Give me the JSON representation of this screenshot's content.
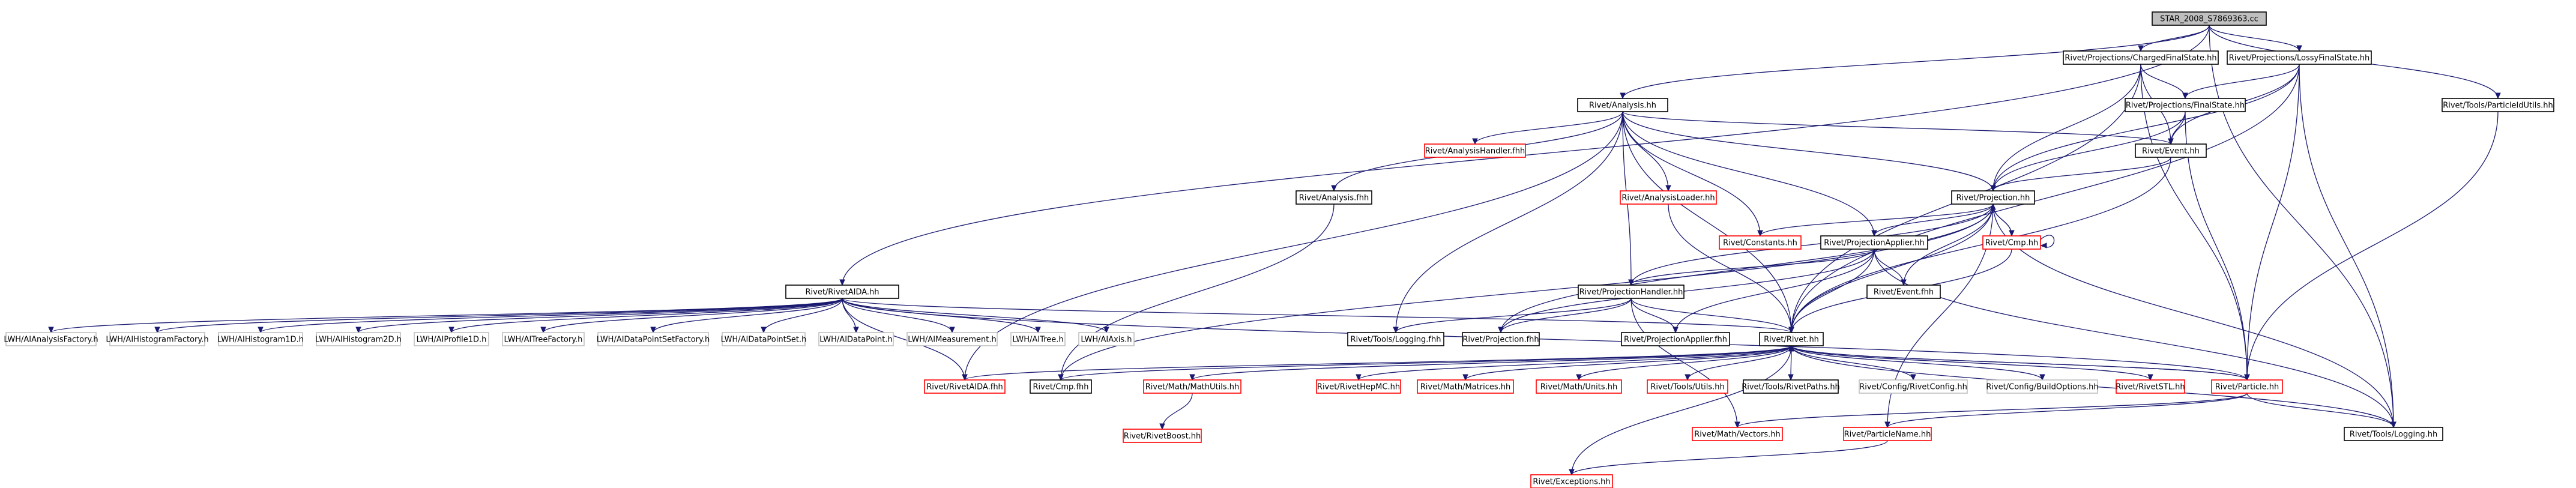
{
  "diagram": {
    "colors": {
      "edge": "#191970",
      "normal_border": "#000000",
      "missing_border": "#ff0000",
      "external_border": "#bfbfbf",
      "root_fill": "#bfbfbf"
    },
    "nodes": [
      {
        "id": "root",
        "label": "STAR_2008_S7869363.cc",
        "style": "root"
      },
      {
        "id": "aida",
        "label": "Rivet/RivetAIDA.hh",
        "style": "normal"
      },
      {
        "id": "analysis",
        "label": "Rivet/Analysis.hh",
        "style": "normal"
      },
      {
        "id": "cfs",
        "label": "Rivet/Projections/ChargedFinalState.hh",
        "style": "normal"
      },
      {
        "id": "lfs",
        "label": "Rivet/Projections/LossyFinalState.hh",
        "style": "normal"
      },
      {
        "id": "pu",
        "label": "Rivet/Tools/ParticleIdUtils.hh",
        "style": "normal"
      },
      {
        "id": "fs",
        "label": "Rivet/Projections/FinalState.hh",
        "style": "normal"
      },
      {
        "id": "event",
        "label": "Rivet/Event.hh",
        "style": "normal"
      },
      {
        "id": "ahf",
        "label": "Rivet/AnalysisHandler.fhh",
        "style": "red"
      },
      {
        "id": "afhh",
        "label": "Rivet/Analysis.fhh",
        "style": "normal"
      },
      {
        "id": "aloader",
        "label": "Rivet/AnalysisLoader.hh",
        "style": "red"
      },
      {
        "id": "proj",
        "label": "Rivet/Projection.hh",
        "style": "normal"
      },
      {
        "id": "constants",
        "label": "Rivet/Constants.hh",
        "style": "red"
      },
      {
        "id": "papplier",
        "label": "Rivet/ProjectionApplier.hh",
        "style": "normal"
      },
      {
        "id": "cmphh",
        "label": "Rivet/Cmp.hh",
        "style": "red"
      },
      {
        "id": "phandler",
        "label": "Rivet/ProjectionHandler.hh",
        "style": "normal"
      },
      {
        "id": "eventfhh",
        "label": "Rivet/Event.fhh",
        "style": "normal"
      },
      {
        "id": "ext1",
        "label": "LWH/AIAnalysisFactory.h",
        "style": "grey"
      },
      {
        "id": "ext2",
        "label": "LWH/AIHistogramFactory.h",
        "style": "grey"
      },
      {
        "id": "ext3",
        "label": "LWH/AIHistogram1D.h",
        "style": "grey"
      },
      {
        "id": "ext4",
        "label": "LWH/AIHistogram2D.h",
        "style": "grey"
      },
      {
        "id": "ext5",
        "label": "LWH/AIProfile1D.h",
        "style": "grey"
      },
      {
        "id": "ext6",
        "label": "LWH/AITreeFactory.h",
        "style": "grey"
      },
      {
        "id": "ext7",
        "label": "LWH/AIDataPointSetFactory.h",
        "style": "grey"
      },
      {
        "id": "ext8",
        "label": "LWH/AIDataPointSet.h",
        "style": "grey"
      },
      {
        "id": "ext9",
        "label": "LWH/AIDataPoint.h",
        "style": "grey"
      },
      {
        "id": "ext10",
        "label": "LWH/AIMeasurement.h",
        "style": "grey"
      },
      {
        "id": "ext11",
        "label": "LWH/AITree.h",
        "style": "grey"
      },
      {
        "id": "ext12",
        "label": "LWH/AIAxis.h",
        "style": "grey"
      },
      {
        "id": "toolslogfhh",
        "label": "Rivet/Tools/Logging.fhh",
        "style": "normal"
      },
      {
        "id": "projfhh",
        "label": "Rivet/Projection.fhh",
        "style": "normal"
      },
      {
        "id": "pappfhh",
        "label": "Rivet/ProjectionApplier.fhh",
        "style": "normal"
      },
      {
        "id": "rivet",
        "label": "Rivet/Rivet.hh",
        "style": "normal"
      },
      {
        "id": "aidafhh",
        "label": "Rivet/RivetAIDA.fhh",
        "style": "red"
      },
      {
        "id": "cmpfhh",
        "label": "Rivet/Cmp.fhh",
        "style": "normal"
      },
      {
        "id": "mathutils",
        "label": "Rivet/Math/MathUtils.hh",
        "style": "red"
      },
      {
        "id": "hepmc",
        "label": "Rivet/RivetHepMC.hh",
        "style": "red"
      },
      {
        "id": "matrices",
        "label": "Rivet/Math/Matrices.hh",
        "style": "red"
      },
      {
        "id": "units",
        "label": "Rivet/Math/Units.hh",
        "style": "red"
      },
      {
        "id": "utils",
        "label": "Rivet/Tools/Utils.hh",
        "style": "red"
      },
      {
        "id": "paths",
        "label": "Rivet/Tools/RivetPaths.hh",
        "style": "normal"
      },
      {
        "id": "rivetconfig",
        "label": "Rivet/Config/RivetConfig.hh",
        "style": "grey"
      },
      {
        "id": "buildopts",
        "label": "Rivet/Config/BuildOptions.hh",
        "style": "grey"
      },
      {
        "id": "stl",
        "label": "Rivet/RivetSTL.hh",
        "style": "red"
      },
      {
        "id": "particle",
        "label": "Rivet/Particle.hh",
        "style": "red"
      },
      {
        "id": "logging",
        "label": "Rivet/Tools/Logging.hh",
        "style": "normal"
      },
      {
        "id": "boost",
        "label": "Rivet/RivetBoost.hh",
        "style": "red"
      },
      {
        "id": "vectors",
        "label": "Rivet/Math/Vectors.hh",
        "style": "red"
      },
      {
        "id": "pname",
        "label": "Rivet/ParticleName.hh",
        "style": "red"
      },
      {
        "id": "exceptions",
        "label": "Rivet/Exceptions.hh",
        "style": "red"
      }
    ],
    "edges": [
      [
        "root",
        "aida"
      ],
      [
        "root",
        "analysis"
      ],
      [
        "root",
        "cfs"
      ],
      [
        "root",
        "lfs"
      ],
      [
        "root",
        "pu"
      ],
      [
        "root",
        "logging"
      ],
      [
        "cfs",
        "fs"
      ],
      [
        "cfs",
        "event"
      ],
      [
        "cfs",
        "proj"
      ],
      [
        "cfs",
        "rivet"
      ],
      [
        "cfs",
        "particle"
      ],
      [
        "lfs",
        "fs"
      ],
      [
        "lfs",
        "event"
      ],
      [
        "lfs",
        "proj"
      ],
      [
        "lfs",
        "rivet"
      ],
      [
        "lfs",
        "particle"
      ],
      [
        "lfs",
        "logging"
      ],
      [
        "pu",
        "particle"
      ],
      [
        "fs",
        "event"
      ],
      [
        "fs",
        "proj"
      ],
      [
        "fs",
        "particle"
      ],
      [
        "analysis",
        "event"
      ],
      [
        "analysis",
        "ahf"
      ],
      [
        "analysis",
        "afhh"
      ],
      [
        "analysis",
        "aloader"
      ],
      [
        "analysis",
        "proj"
      ],
      [
        "analysis",
        "constants"
      ],
      [
        "analysis",
        "papplier"
      ],
      [
        "analysis",
        "phandler"
      ],
      [
        "analysis",
        "rivet"
      ],
      [
        "analysis",
        "toolslogfhh"
      ],
      [
        "analysis",
        "aidafhh"
      ],
      [
        "event",
        "proj"
      ],
      [
        "event",
        "rivet"
      ],
      [
        "afhh",
        "cmpfhh"
      ],
      [
        "aloader",
        "rivet"
      ],
      [
        "proj",
        "constants"
      ],
      [
        "proj",
        "papplier"
      ],
      [
        "proj",
        "cmphh"
      ],
      [
        "proj",
        "phandler"
      ],
      [
        "proj",
        "eventfhh"
      ],
      [
        "proj",
        "rivet"
      ],
      [
        "proj",
        "projfhh"
      ],
      [
        "proj",
        "cmpfhh"
      ],
      [
        "proj",
        "logging"
      ],
      [
        "proj",
        "pname"
      ],
      [
        "cmphh",
        "cmphh"
      ],
      [
        "cmphh",
        "proj"
      ],
      [
        "cmphh",
        "rivet"
      ],
      [
        "papplier",
        "phandler"
      ],
      [
        "papplier",
        "eventfhh"
      ],
      [
        "papplier",
        "rivet"
      ],
      [
        "papplier",
        "pappfhh"
      ],
      [
        "papplier",
        "projfhh"
      ],
      [
        "papplier",
        "logging"
      ],
      [
        "phandler",
        "toolslogfhh"
      ],
      [
        "phandler",
        "projfhh"
      ],
      [
        "phandler",
        "pappfhh"
      ],
      [
        "phandler",
        "rivet"
      ],
      [
        "phandler",
        "vectors"
      ],
      [
        "aida",
        "ext1"
      ],
      [
        "aida",
        "ext2"
      ],
      [
        "aida",
        "ext3"
      ],
      [
        "aida",
        "ext4"
      ],
      [
        "aida",
        "ext5"
      ],
      [
        "aida",
        "ext6"
      ],
      [
        "aida",
        "ext7"
      ],
      [
        "aida",
        "ext8"
      ],
      [
        "aida",
        "ext9"
      ],
      [
        "aida",
        "ext10"
      ],
      [
        "aida",
        "ext11"
      ],
      [
        "aida",
        "ext12"
      ],
      [
        "aida",
        "rivet"
      ],
      [
        "aida",
        "aidafhh"
      ],
      [
        "aida",
        "particle"
      ],
      [
        "rivet",
        "aidafhh"
      ],
      [
        "rivet",
        "cmpfhh"
      ],
      [
        "rivet",
        "mathutils"
      ],
      [
        "rivet",
        "hepmc"
      ],
      [
        "rivet",
        "matrices"
      ],
      [
        "rivet",
        "units"
      ],
      [
        "rivet",
        "utils"
      ],
      [
        "rivet",
        "paths"
      ],
      [
        "rivet",
        "rivetconfig"
      ],
      [
        "rivet",
        "buildopts"
      ],
      [
        "rivet",
        "stl"
      ],
      [
        "rivet",
        "particle"
      ],
      [
        "rivet",
        "logging"
      ],
      [
        "rivet",
        "exceptions"
      ],
      [
        "mathutils",
        "boost"
      ],
      [
        "particle",
        "rivet"
      ],
      [
        "particle",
        "vectors"
      ],
      [
        "particle",
        "pname"
      ],
      [
        "particle",
        "logging"
      ],
      [
        "pname",
        "exceptions"
      ]
    ]
  }
}
